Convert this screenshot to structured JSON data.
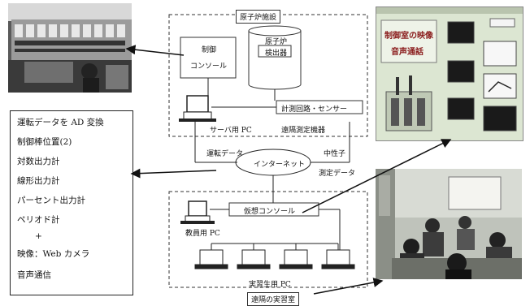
{
  "facility": {
    "title": "原子炉施設",
    "control_console": [
      "制御",
      "コンソール"
    ],
    "reactor": "原子炉",
    "detector": "検出器",
    "measuring_line": "計測回路・センサー",
    "server_pc": "サーバ用 PC",
    "remote_device": "遠隔測定機器"
  },
  "network": {
    "internet": "インターネット",
    "operation_data": "運転データ",
    "neutron_data": [
      "中性子",
      "測定データ"
    ]
  },
  "classroom": {
    "virtual_console": "仮想コンソール",
    "teacher_pc": "教員用 PC",
    "student_pc": "実習生用 PC",
    "remote_lab": "遠隔の実習室"
  },
  "data_list": {
    "items": [
      "運転データを AD 変換",
      "制御棒位置(2)",
      "対数出力計",
      "線形出力計",
      "パーセント出力計",
      "ペリオド計",
      "+",
      "映像：Web カメラ",
      "音声通信"
    ]
  },
  "screen_photo": {
    "label1": "制御室の映像",
    "label2": "音声通話"
  },
  "colors": {
    "line": "#222222",
    "screen_bg": "#dde7d3",
    "screen_label": "#8a1c1c",
    "classroom_wall": "#c8ccc4"
  }
}
